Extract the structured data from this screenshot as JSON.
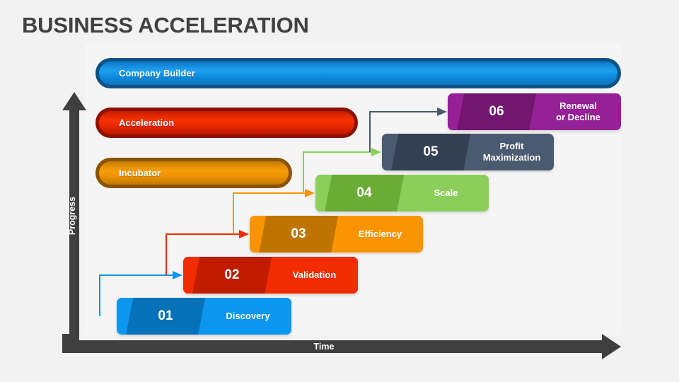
{
  "slide": {
    "title": "BUSINESS ACCELERATION",
    "background_color": "#f2f2f2",
    "panel_color": "#f5f5f5",
    "title_color": "#414141"
  },
  "axes": {
    "vertical": {
      "label": "Progress",
      "direction": "up",
      "color": "#3f3f3f"
    },
    "horizontal": {
      "label": "Time",
      "direction": "right",
      "color": "#3f3f3f"
    }
  },
  "phase_bars": [
    {
      "id": "company-builder",
      "label": "Company Builder",
      "fill_color": "#0d8ee0",
      "border_color": "#0d5285"
    },
    {
      "id": "acceleration",
      "label": "Acceleration",
      "fill_color": "#ea2800",
      "border_color": "#8c1200"
    },
    {
      "id": "incubator",
      "label": "Incubator",
      "fill_color": "#ef9406",
      "border_color": "#8a5300"
    }
  ],
  "steps": [
    {
      "number": "01",
      "title": "Discovery",
      "color": "#0d96ef",
      "ribbon_color": "#0571b9"
    },
    {
      "number": "02",
      "title": "Validation",
      "color": "#f22b00",
      "ribbon_color": "#c01c00"
    },
    {
      "number": "03",
      "title": "Efficiency",
      "color": "#f99400",
      "ribbon_color": "#c07400"
    },
    {
      "number": "04",
      "title": "Scale",
      "color": "#8bce5a",
      "ribbon_color": "#6cab35"
    },
    {
      "number": "05",
      "title": "Profit\nMaximization",
      "color": "#4a5a70",
      "ribbon_color": "#333f52"
    },
    {
      "number": "06",
      "title": "Renewal\nor Decline",
      "color": "#952196",
      "ribbon_color": "#72166f"
    }
  ],
  "connectors": [
    {
      "from": "01",
      "to": "02",
      "color": "#0d96ef"
    },
    {
      "from": "02",
      "to": "03",
      "color": "#f22b00"
    },
    {
      "from": "03",
      "to": "04",
      "color": "#f99400"
    },
    {
      "from": "04",
      "to": "05",
      "color": "#8bce5a"
    },
    {
      "from": "05",
      "to": "06",
      "color": "#4a5a70"
    }
  ]
}
